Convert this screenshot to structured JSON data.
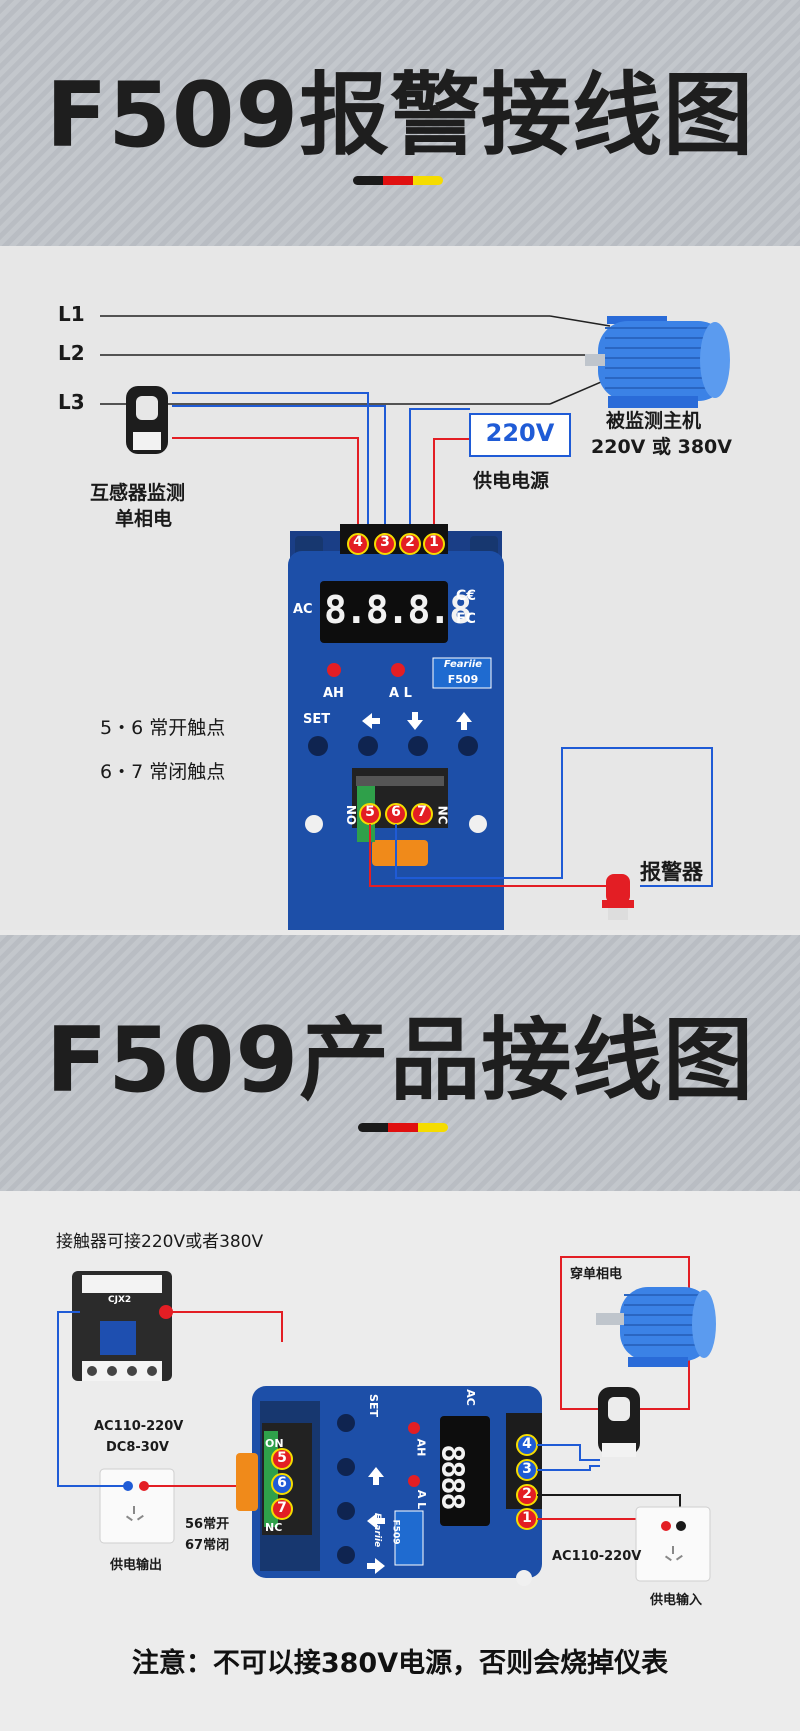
{
  "section1": {
    "title": "F509报警接线图",
    "lines": [
      "L1",
      "L2",
      "L3"
    ],
    "motor_label_1": "被监测主机",
    "motor_label_2": "220V 或 380V",
    "voltage_box": "220V",
    "power_label": "供电电源",
    "sensor_label_1": "互感器监测",
    "sensor_label_2": "单相电",
    "contact_open": "5・6 常开触点",
    "contact_closed": "6・7 常闭触点",
    "alarm_label": "报警器",
    "device": {
      "ac": "AC",
      "ah": "AH",
      "al": "A L",
      "set": "SET",
      "brand": "Feariie",
      "model": "F509",
      "display": "8.8.8.8",
      "no": "NO",
      "nc": "NC",
      "top_terminals": [
        "4",
        "3",
        "2",
        "1"
      ],
      "bottom_terminals": [
        "5",
        "6",
        "7"
      ]
    }
  },
  "section2": {
    "title": "F509产品接线图",
    "contactor_note": "接触器可接220V或者380V",
    "through_phase": "穿单相电",
    "coil_voltage_1": "AC110-220V",
    "coil_voltage_2": "DC8-30V",
    "relay_note_1": "56常开",
    "relay_note_2": "67常闭",
    "power_out": "供电输出",
    "power_in_voltage": "AC110-220V",
    "power_in": "供电输入",
    "contactor_brand": "CJX2",
    "device": {
      "ac": "AC",
      "ah": "AH",
      "al": "A L",
      "set": "SET",
      "brand": "Feariie",
      "model": "F509",
      "display": "8888",
      "on": "ON",
      "nc": "NC",
      "left_terminals": [
        "5",
        "6",
        "7"
      ],
      "right_terminals": [
        "4",
        "3",
        "2",
        "1"
      ]
    }
  },
  "warning": "注意：不可以接380V电源，否则会烧掉仪表",
  "colors": {
    "flag_black": "#1a1a1a",
    "flag_red": "#e01010",
    "flag_yellow": "#f5dc00",
    "device_blue": "#1d4fa8",
    "wire_red": "#e31e24",
    "wire_blue": "#1f5bd6",
    "accent_blue": "#1f5bd6"
  }
}
